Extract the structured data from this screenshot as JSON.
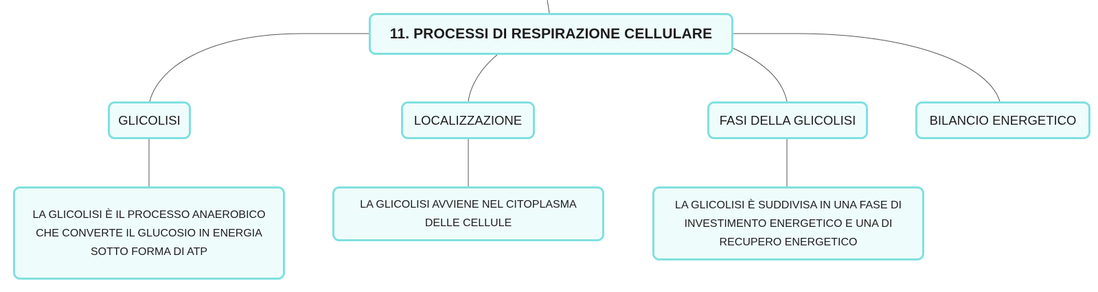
{
  "central": {
    "title": "11. PROCESSI DI RESPIRAZIONE CELLULARE"
  },
  "topics": [
    {
      "title": "GLICOLISI",
      "detail": "LA GLICOLISI È IL PROCESSO ANAEROBICO CHE CONVERTE IL GLUCOSIO IN ENERGIA SOTTO FORMA DI ATP"
    },
    {
      "title": "LOCALIZZAZIONE",
      "detail": "LA GLICOLISI AVVIENE NEL CITOPLASMA DELLE CELLULE"
    },
    {
      "title": "FASI DELLA GLICOLISI",
      "detail": "LA GLICOLISI È SUDDIVISA IN UNA FASE DI INVESTIMENTO ENERGETICO E UNA DI RECUPERO ENERGETICO"
    },
    {
      "title": "BILANCIO ENERGETICO"
    }
  ],
  "colors": {
    "node_fill": "#effcfc",
    "node_border": "#7fe0df",
    "connector": "#555555",
    "text": "#1d1d1d"
  }
}
